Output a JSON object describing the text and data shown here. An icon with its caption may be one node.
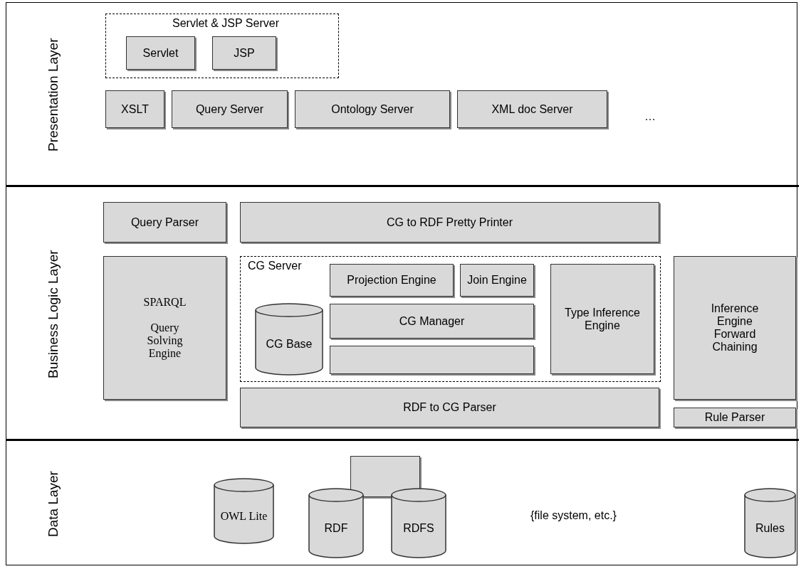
{
  "diagram": {
    "nodes": [
      {
        "text": [
          "Presentation Layer"
        ]
      },
      {
        "text": [
          "Servlet & JSP Server"
        ],
        "in": 0
      },
      {
        "text": [
          "Servlet"
        ],
        "in": 1
      },
      {
        "text": [
          "JSP"
        ],
        "in": 1
      },
      {
        "text": [
          "XSLT"
        ],
        "in": 0
      },
      {
        "text": [
          "Query Server"
        ],
        "in": 0
      },
      {
        "text": [
          "Ontology Server"
        ],
        "in": 0
      },
      {
        "text": [
          "XML doc Server"
        ],
        "in": 0
      },
      {
        "text": [
          "Business Logic Layer"
        ]
      },
      {
        "text": [
          "Query Parser"
        ],
        "in": 8
      },
      {
        "text": [
          "CG to RDF Pretty Printer"
        ],
        "in": 8
      },
      {
        "text": [
          "SPARQL",
          "Query Solving Engine"
        ],
        "in": 8
      },
      {
        "text": [
          "CG Server"
        ],
        "in": 8
      },
      {
        "text": [
          "CG Base"
        ],
        "in": 12
      },
      {
        "text": [
          "Projection Engine"
        ],
        "in": 12
      },
      {
        "text": [
          "Join Engine"
        ],
        "in": 12
      },
      {
        "text": [
          "CG Manager"
        ],
        "in": 12
      },
      {
        "text": [],
        "shape": "box",
        "in": 12
      },
      {
        "text": [
          "Type Inference Engine"
        ],
        "in": 12
      },
      {
        "text": [
          "Inference Engine Forward Chaining"
        ],
        "in": 8
      },
      {
        "text": [
          "RDF to CG Parser"
        ],
        "in": 8
      },
      {
        "text": [
          "Rule Parser"
        ],
        "in": 8
      },
      {
        "text": [
          "Data Layer"
        ]
      },
      {
        "text": [],
        "shape": "box",
        "in": 22
      },
      {
        "text": [
          "OWL Lite"
        ],
        "in": 22
      },
      {
        "text": [
          "RDF"
        ],
        "in": 22
      },
      {
        "text": [
          "RDFS"
        ],
        "in": 22
      },
      {
        "text": [
          "Rules"
        ],
        "in": 22
      }
    ],
    "edges": [],
    "labels": [
      "…",
      "{file system, etc.}"
    ]
  }
}
